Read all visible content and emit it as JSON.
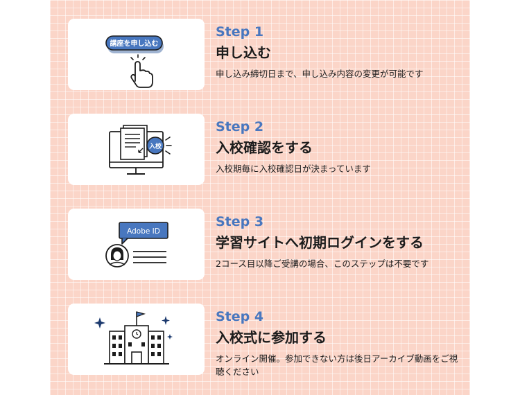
{
  "colors": {
    "background": "#fbd5c8",
    "accent": "#4877bf",
    "text": "#1c1c1c"
  },
  "steps": [
    {
      "label": "Step 1",
      "title": "申し込む",
      "description": "申し込み締切日まで、申し込み内容の変更が可能です",
      "illustration": {
        "icon": "click-button-icon",
        "button_text": "講座を申し込む"
      }
    },
    {
      "label": "Step 2",
      "title": "入校確認をする",
      "description": "入校期毎に入校確認日が決まっています",
      "illustration": {
        "icon": "monitor-document-icon",
        "badge_text": "入校"
      }
    },
    {
      "label": "Step 3",
      "title": "学習サイトへ初期ログインをする",
      "description": "2コース目以降ご受講の場合、このステップは不要です",
      "illustration": {
        "icon": "user-id-icon",
        "bubble_text": "Adobe ID"
      }
    },
    {
      "label": "Step 4",
      "title": "入校式に参加する",
      "description": "オンライン開催。参加できない方は後日アーカイブ動画をご視聴ください",
      "illustration": {
        "icon": "school-building-icon"
      }
    }
  ]
}
